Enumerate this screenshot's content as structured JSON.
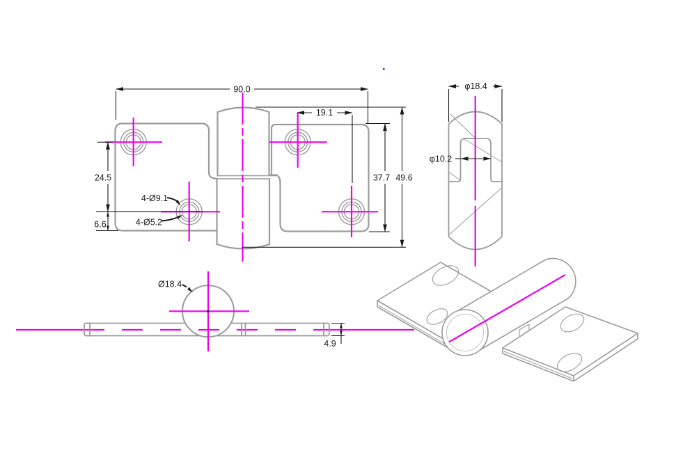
{
  "drawing_labels": {
    "top_view": {
      "overall_width": "90.0",
      "hole_spacing": "19.1",
      "row_spacing": "24.5",
      "edge_offset": "6.6",
      "counterbore_note": "4-Ø9.1",
      "hole_note": "4-Ø5.2",
      "plate_height": "37.7",
      "barrel_length": "49.6"
    },
    "side_view": {
      "outer_dia": "φ18.4",
      "inner_dia": "φ10.2"
    },
    "front_view": {
      "barrel_dia": "Ø18.4",
      "thickness": "4.9"
    }
  },
  "colors": {
    "outline": "#9b9b9b",
    "dimension": "#1a1a1a",
    "centerline": "#ee00ee",
    "background": "#ffffff"
  }
}
